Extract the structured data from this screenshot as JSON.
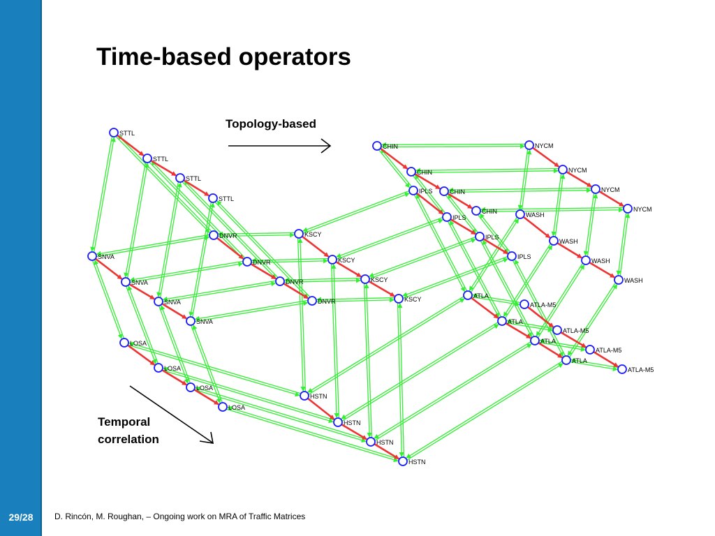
{
  "slide": {
    "title": "Time-based operators",
    "page": "29/28",
    "footer": "D. Rincón, M. Roughan, –  Ongoing work on MRA of Traffic Matrices"
  },
  "annotations": {
    "topology": "Topology-based",
    "temporal_line1": "Temporal",
    "temporal_line2": "correlation"
  },
  "colors": {
    "sidebar": "#1a80bd",
    "link_spatial": "#33ee33",
    "link_temporal": "#ee3333",
    "node_stroke": "#1a1aff"
  },
  "graph": {
    "layers": 4,
    "nodes": [
      {
        "id": "STTL",
        "labels": [
          "STTL",
          "STTL",
          "STTL",
          "STTL"
        ]
      },
      {
        "id": "SNVA",
        "labels": [
          "SNVA",
          "SNVA",
          "SNVA",
          "SNVA"
        ]
      },
      {
        "id": "LOSA",
        "labels": [
          "LOSA",
          "LOSA",
          "LOSA",
          "LOSA"
        ]
      },
      {
        "id": "DNVR",
        "labels": [
          "DNVR",
          "DNVR",
          "DNVR",
          "DNVR"
        ]
      },
      {
        "id": "KSCY",
        "labels": [
          "KSCY",
          "KSCY",
          "KSCY",
          "KSCY"
        ]
      },
      {
        "id": "HSTN",
        "labels": [
          "HSTN",
          "HSTN",
          "HSTN",
          "HSTN"
        ]
      },
      {
        "id": "CHIN",
        "labels": [
          "CHIN",
          "CHIN",
          "CHIN",
          "CHIN"
        ]
      },
      {
        "id": "NYCM",
        "labels": [
          "NYCM",
          "NYCM",
          "NYCM",
          "NYCM"
        ]
      },
      {
        "id": "IPLS",
        "labels": [
          "IPLS",
          "IPLS",
          "IPLS",
          "IPLS"
        ]
      },
      {
        "id": "WASH",
        "labels": [
          "WASH",
          "WASH",
          "WASH",
          "WASH"
        ]
      },
      {
        "id": "ATLA",
        "labels": [
          "ATLA",
          "ATLA",
          "ATLA",
          "ATLA"
        ]
      },
      {
        "id": "ATLA-M5",
        "labels": [
          "ATLA-M5",
          "ATLA-M5",
          "ATLA-M5",
          "ATLA-M5"
        ]
      }
    ],
    "edges": [
      [
        "STTL",
        "SNVA"
      ],
      [
        "STTL",
        "DNVR"
      ],
      [
        "SNVA",
        "DNVR"
      ],
      [
        "SNVA",
        "LOSA"
      ],
      [
        "LOSA",
        "HSTN"
      ],
      [
        "DNVR",
        "KSCY"
      ],
      [
        "KSCY",
        "HSTN"
      ],
      [
        "KSCY",
        "IPLS"
      ],
      [
        "HSTN",
        "ATLA"
      ],
      [
        "CHIN",
        "NYCM"
      ],
      [
        "CHIN",
        "IPLS"
      ],
      [
        "NYCM",
        "WASH"
      ],
      [
        "IPLS",
        "ATLA"
      ],
      [
        "ATLA",
        "WASH"
      ],
      [
        "ATLA",
        "ATLA-M5"
      ]
    ]
  }
}
